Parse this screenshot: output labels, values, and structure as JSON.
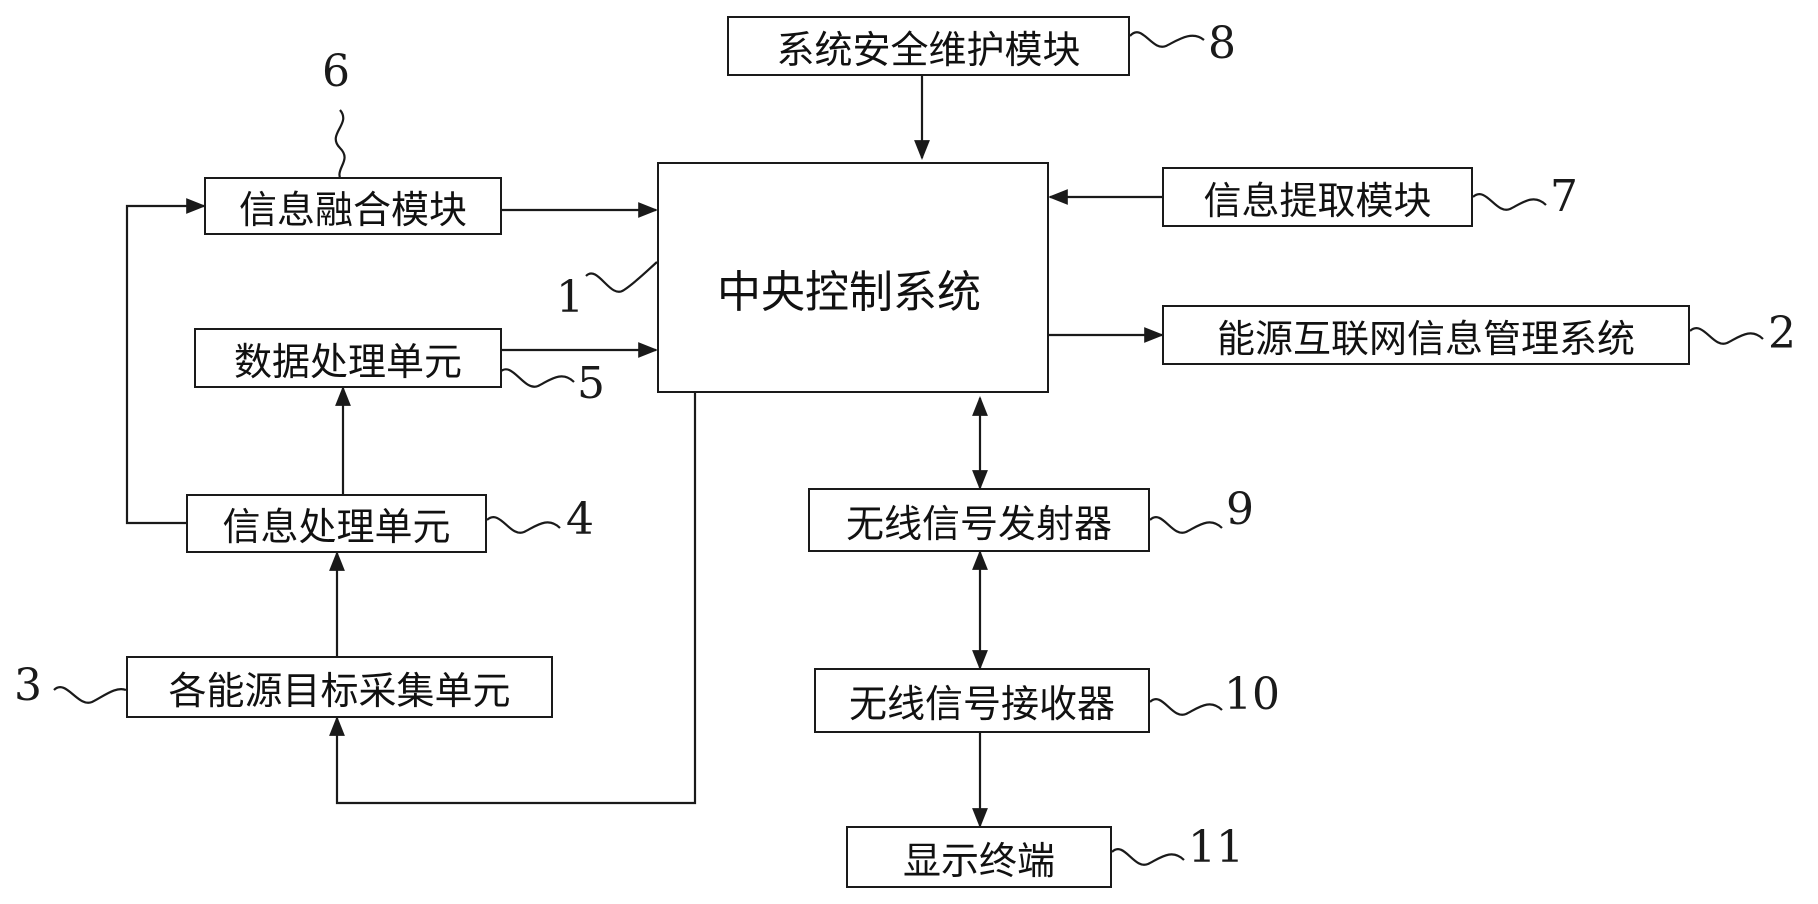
{
  "diagram": {
    "central_system": "中央控制系统",
    "security_module": "系统安全维护模块",
    "extraction_module": "信息提取模块",
    "energy_mgmt_system": "能源互联网信息管理系统",
    "fusion_module": "信息融合模块",
    "data_processing_unit": "数据处理单元",
    "info_processing_unit": "信息处理单元",
    "collection_unit": "各能源目标采集单元",
    "wireless_transmitter": "无线信号发射器",
    "wireless_receiver": "无线信号接收器",
    "display_terminal": "显示终端"
  },
  "reference_numbers": {
    "n1": "1",
    "n2": "2",
    "n3": "3",
    "n4": "4",
    "n5": "5",
    "n6": "6",
    "n7": "7",
    "n8": "8",
    "n9": "9",
    "n10": "10",
    "n11": "11"
  }
}
